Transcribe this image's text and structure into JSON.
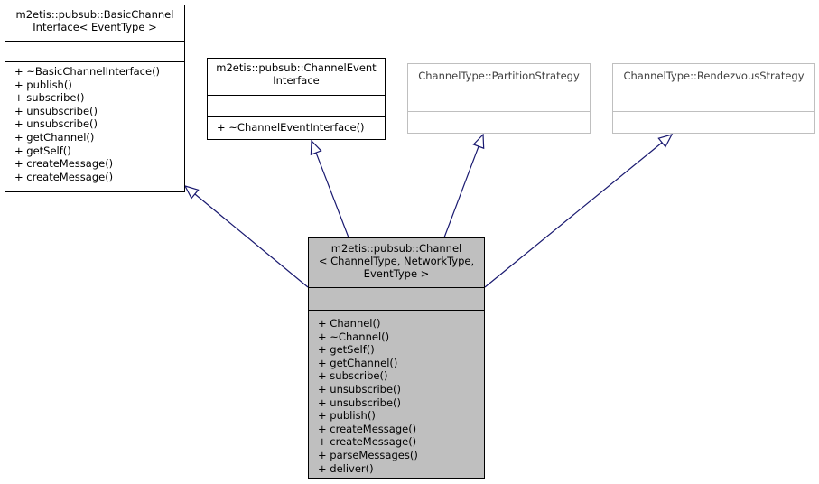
{
  "classes": {
    "basic_channel_interface": {
      "title": "m2etis::pubsub::BasicChannel\nInterface< EventType >",
      "operations": [
        "+ ~BasicChannelInterface()",
        "+ publish()",
        "+ subscribe()",
        "+ unsubscribe()",
        "+ unsubscribe()",
        "+ getChannel()",
        "+ getSelf()",
        "+ createMessage()",
        "+ createMessage()"
      ]
    },
    "channel_event_interface": {
      "title": "m2etis::pubsub::ChannelEvent\nInterface",
      "operations": [
        "+ ~ChannelEventInterface()"
      ]
    },
    "partition_strategy": {
      "title": "ChannelType::PartitionStrategy"
    },
    "rendezvous_strategy": {
      "title": "ChannelType::RendezvousStrategy"
    },
    "channel": {
      "title": "m2etis::pubsub::Channel\n< ChannelType, NetworkType,\n EventType >",
      "operations": [
        "+ Channel()",
        "+ ~Channel()",
        "+ getSelf()",
        "+ getChannel()",
        "+ subscribe()",
        "+ unsubscribe()",
        "+ unsubscribe()",
        "+ publish()",
        "+ createMessage()",
        "+ createMessage()",
        "+ parseMessages()",
        "+ deliver()"
      ]
    }
  },
  "colors": {
    "focus_fill": "#bfbfbf",
    "edge": "#191970",
    "external_border": "#bfbfbf"
  },
  "edges": [
    {
      "from": "channel",
      "to": "basic_channel_interface",
      "kind": "inheritance"
    },
    {
      "from": "channel",
      "to": "channel_event_interface",
      "kind": "inheritance"
    },
    {
      "from": "channel",
      "to": "partition_strategy",
      "kind": "inheritance"
    },
    {
      "from": "channel",
      "to": "rendezvous_strategy",
      "kind": "inheritance"
    }
  ]
}
